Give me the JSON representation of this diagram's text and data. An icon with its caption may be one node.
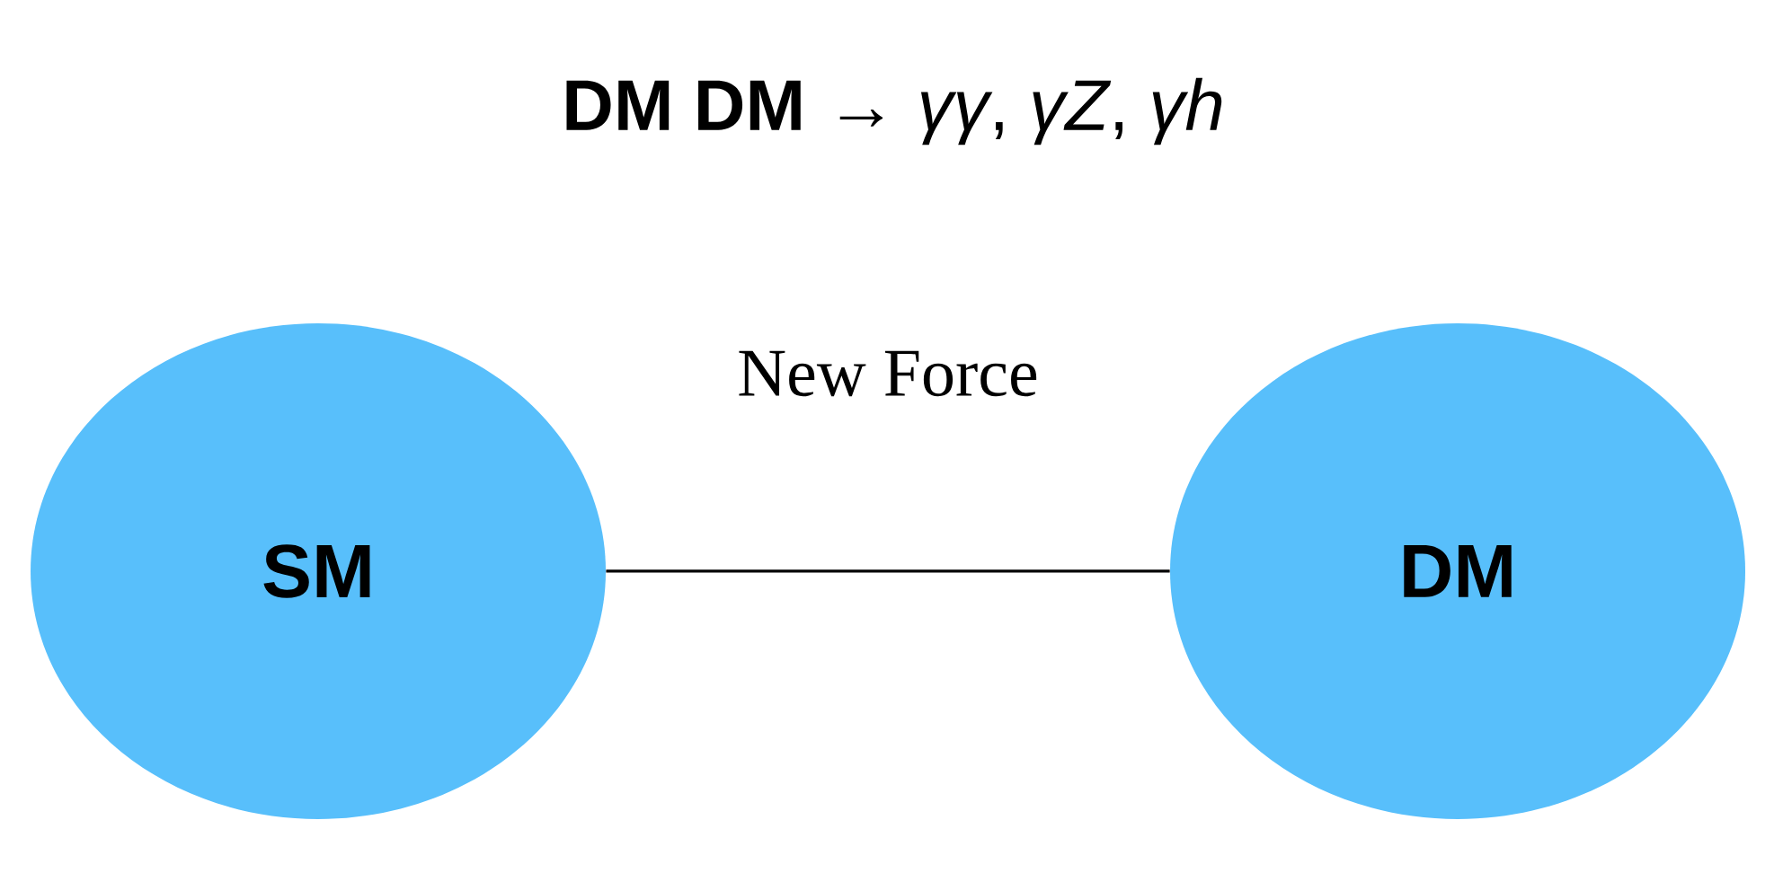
{
  "diagram": {
    "title": "**DM DM** → *γγ*, *γZ*, *γh*",
    "nodes": [
      {
        "text": [
          "SM"
        ]
      },
      {
        "text": [
          "DM"
        ]
      }
    ],
    "edges": [
      {
        "from": 0,
        "to": 1,
        "arrow": "none",
        "label": "New Force"
      }
    ]
  }
}
